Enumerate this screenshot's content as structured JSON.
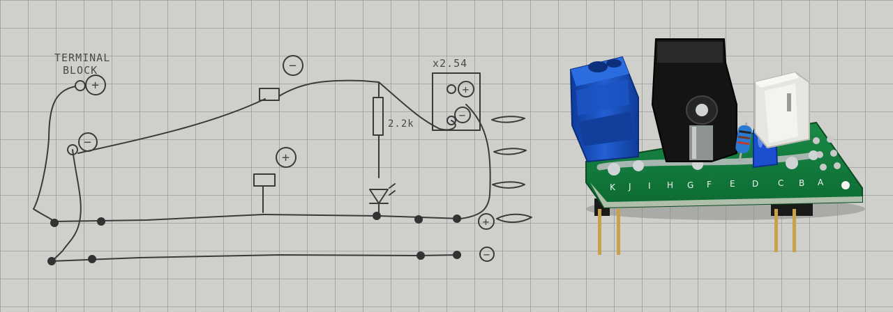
{
  "sketch": {
    "terminal_block_line1": "TERMINAL",
    "terminal_block_line2": "BLOCK",
    "header_label": "x2.54",
    "resistor_label": "2.2k",
    "plus_sign": "+",
    "minus_sign": "−"
  },
  "pcb": {
    "silkscreen_letters": [
      "K",
      "J",
      "I",
      "H",
      "G",
      "F",
      "E",
      "D",
      "C",
      "B",
      "A"
    ]
  },
  "colors": {
    "paper": "#cfd0cc",
    "grid": "#8f9392",
    "ink": "#3a3a3a",
    "pcb_green": "#0f7a3a",
    "terminal_blue": "#1448b0",
    "jack_black": "#141414",
    "connector_white": "#e6e6e0",
    "led_blue": "#1b4fd0",
    "gold_pins": "#c7a24a"
  }
}
